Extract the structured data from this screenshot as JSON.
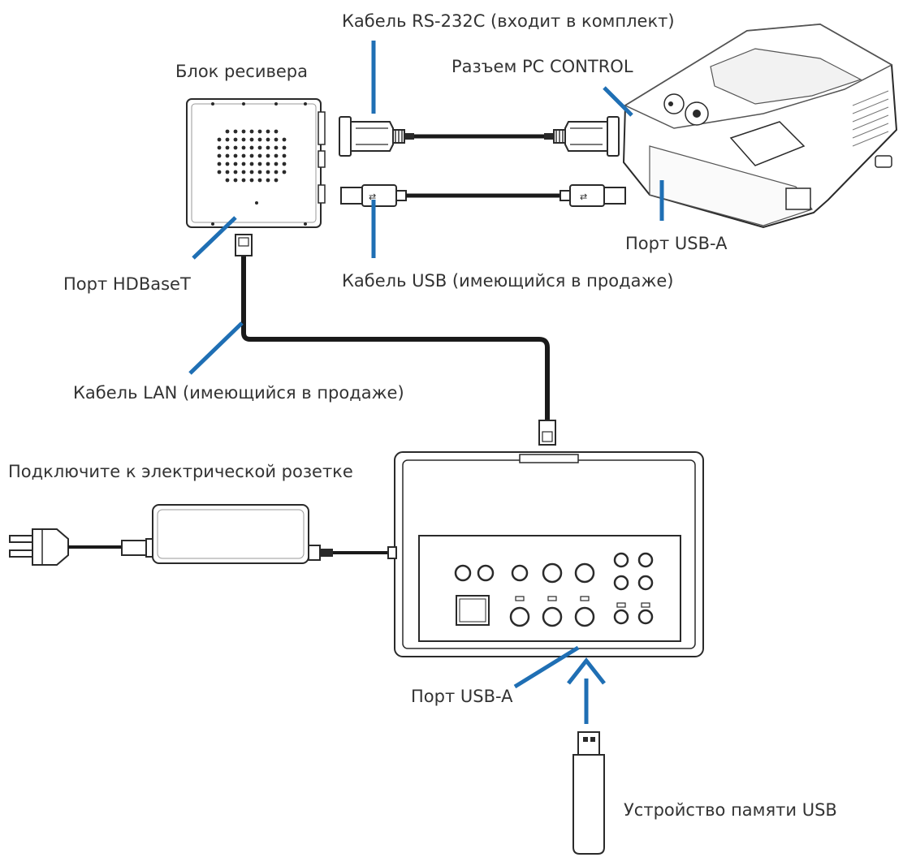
{
  "labels": {
    "rs232_cable": "Кабель RS-232C (входит в комплект)",
    "receiver": "Блок ресивера",
    "pc_control": "Разъем PC CONTROL",
    "usb_a_projector": "Порт USB-A",
    "hdbaset_port": "Порт HDBaseT",
    "usb_cable": "Кабель USB (имеющийся в продаже)",
    "lan_cable": "Кабель LAN (имеющийся в продаже)",
    "power_outlet": "Подключите к электрической розетке",
    "usb_a_transmitter": "Порт USB-A",
    "usb_memory": "Устройство памяти USB"
  },
  "colors": {
    "leader": "#1f6fb4",
    "outline": "#2a2a2a",
    "cable": "#1a1a1a",
    "text": "#333333"
  }
}
